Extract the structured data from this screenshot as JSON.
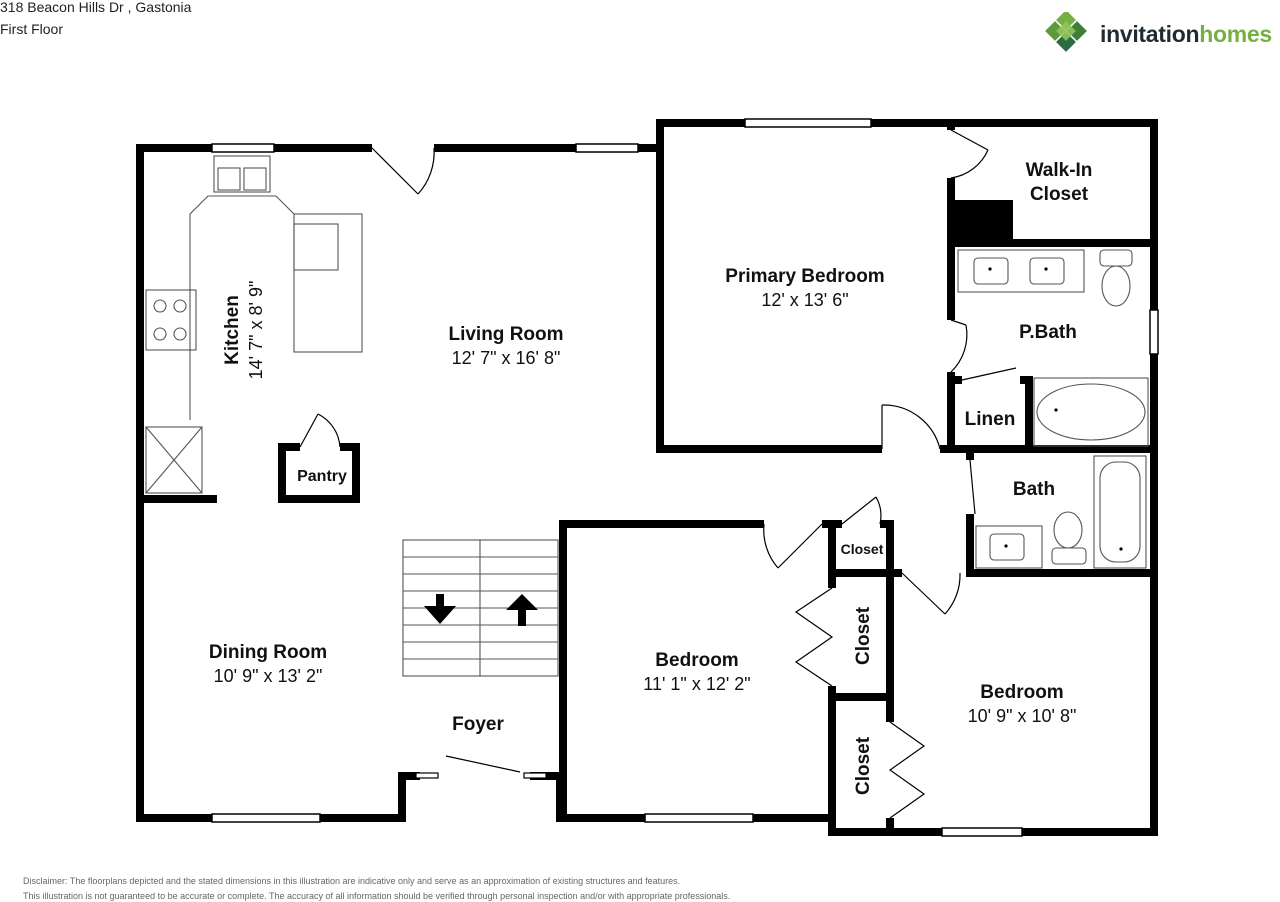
{
  "header": {
    "address": "318 Beacon Hills Dr , Gastonia",
    "floor": "First Floor"
  },
  "brand": {
    "word_part1": "invitation",
    "word_part2": "homes",
    "color_dark": "#1f2b33",
    "color_green": "#76b043",
    "icon": "diamond-cluster-logo"
  },
  "rooms": {
    "kitchen": {
      "name": "Kitchen",
      "dims": "14' 7\" x 8' 9\""
    },
    "living": {
      "name": "Living Room",
      "dims": "12' 7\" x 16' 8\""
    },
    "primary_bedroom": {
      "name": "Primary Bedroom",
      "dims": "12' x 13' 6\""
    },
    "walk_in_closet": {
      "name_line1": "Walk-In",
      "name_line2": "Closet"
    },
    "p_bath": {
      "name": "P.Bath"
    },
    "linen": {
      "name": "Linen"
    },
    "bath": {
      "name": "Bath"
    },
    "pantry": {
      "name": "Pantry"
    },
    "dining": {
      "name": "Dining Room",
      "dims": "10' 9\" x 13' 2\""
    },
    "foyer": {
      "name": "Foyer"
    },
    "bedroom_center": {
      "name": "Bedroom",
      "dims": "11' 1\" x 12' 2\""
    },
    "bedroom_right": {
      "name": "Bedroom",
      "dims": "10' 9\" x 10' 8\""
    },
    "closet_small": {
      "name": "Closet"
    },
    "closet_upper": {
      "name": "Closet"
    },
    "closet_lower": {
      "name": "Closet"
    }
  },
  "disclaimer": {
    "line1": "Disclaimer: The floorplans depicted and the stated dimensions in this illustration are indicative only and serve as an approximation of existing structures and features.",
    "line2": "This illustration is not guaranteed to be accurate or complete. The accuracy of all information should be verified through personal inspection and/or with appropriate professionals."
  },
  "colors": {
    "wall": "#000000",
    "fixture": "#555555",
    "background": "#ffffff"
  }
}
